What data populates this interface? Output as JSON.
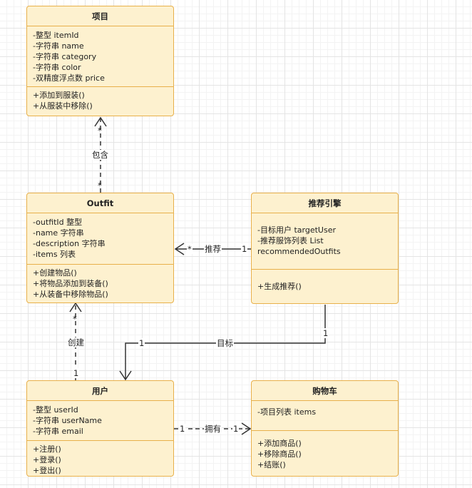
{
  "classes": {
    "item": {
      "name": "项目",
      "attributes": [
        "-整型 itemId",
        "-字符串 name",
        "-字符串 category",
        "-字符串 color",
        "-双精度浮点数 price"
      ],
      "methods": [
        "+添加到服装()",
        "+从服装中移除()"
      ]
    },
    "outfit": {
      "name": "Outfit",
      "attributes": [
        "-outfitId 整型",
        "-name 字符串",
        "-description 字符串",
        "-items 列表"
      ],
      "methods": [
        "+创建物品()",
        "+将物品添加到装备()",
        "+从装备中移除物品()"
      ]
    },
    "engine": {
      "name": "推荐引擎",
      "attributes": [
        "-目标用户 targetUser",
        "-推荐服饰列表 List",
        "recommendedOutfits"
      ],
      "methods": [
        "+生成推荐()"
      ]
    },
    "user": {
      "name": "用户",
      "attributes": [
        "-整型 userId",
        "-字符串 userName",
        "-字符串 email"
      ],
      "methods": [
        "+注册()",
        "+登录()",
        "+登出()"
      ]
    },
    "cart": {
      "name": "购物车",
      "attributes": [
        "-项目列表 items"
      ],
      "methods": [
        "+添加商品()",
        "+移除商品()",
        "+结账()"
      ]
    }
  },
  "relations": {
    "contains": {
      "label": "包含",
      "from_mult": "*",
      "to_mult": "*"
    },
    "recommend": {
      "label": "推荐",
      "from_mult": "1",
      "to_mult": "*"
    },
    "target": {
      "label": "目标",
      "from_mult": "1",
      "to_mult": "1"
    },
    "create": {
      "label": "创建",
      "from_mult": "1",
      "to_mult": "*"
    },
    "own": {
      "label": "拥有",
      "from_mult": "1",
      "to_mult": "1"
    }
  }
}
